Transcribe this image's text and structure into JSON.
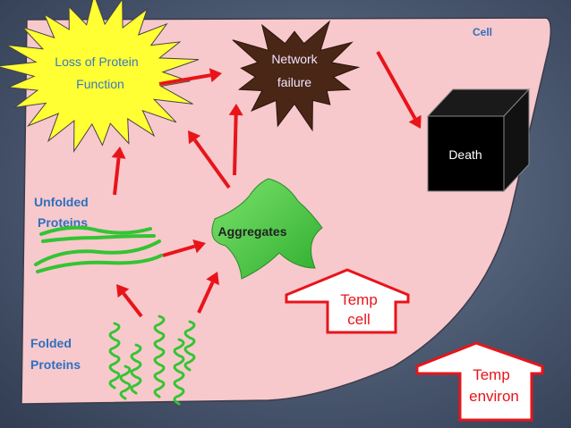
{
  "labels": {
    "cell": "Cell",
    "loss_line1": "Loss of Protein",
    "loss_line2": "Function",
    "network_line1": "Network",
    "network_line2": "failure",
    "death": "Death",
    "unfolded_line1": "Unfolded",
    "unfolded_line2": "Proteins",
    "aggregates": "Aggregates",
    "folded_line1": "Folded",
    "folded_line2": "Proteins",
    "temp_cell_line1": "Temp",
    "temp_cell_line2": "cell",
    "temp_env_line1": "Temp",
    "temp_env_line2": "environ"
  },
  "colors": {
    "cell_fill": "#f7c9cc",
    "starburst_yellow": "#ffff33",
    "starburst_brown": "#4a2616",
    "arrow_red": "#e8141a",
    "label_blue": "#2f6fbf",
    "protein_green": "#33c433",
    "death_box": "#000000"
  }
}
